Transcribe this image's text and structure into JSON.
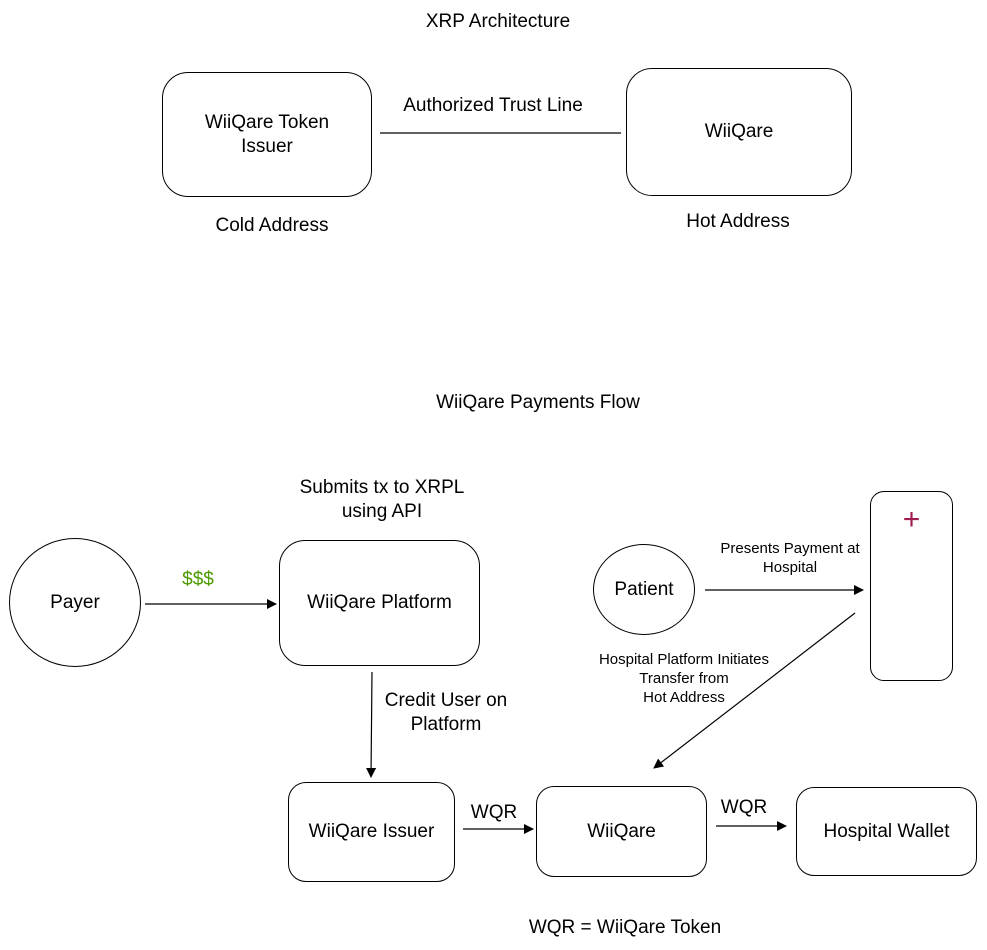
{
  "xrp_architecture": {
    "title": "XRP Architecture",
    "issuer_box": "WiiQare Token\nIssuer",
    "hot_box": "WiiQare",
    "trust_line_label": "Authorized Trust Line",
    "cold_caption": "Cold Address",
    "hot_caption": "Hot Address"
  },
  "payments_flow": {
    "title": "WiiQare Payments Flow",
    "payer": "Payer",
    "money_label": "$$$",
    "platform": "WiiQare Platform",
    "platform_caption": "Submits tx to XRPL\nusing API",
    "credit_label": "Credit User on\nPlatform",
    "issuer": "WiiQare Issuer",
    "wqr_label_1": "WQR",
    "wiiqare": "WiiQare",
    "wqr_label_2": "WQR",
    "hospital_wallet": "Hospital Wallet",
    "patient": "Patient",
    "presents_label": "Presents Payment at\nHospital",
    "initiates_label": "Hospital Platform Initiates\nTransfer from\nHot Address",
    "hospital_icon": "cross-icon",
    "legend": "WQR = WiiQare Token"
  },
  "colors": {
    "money": "#4d9900",
    "cross": "#a01c50"
  }
}
